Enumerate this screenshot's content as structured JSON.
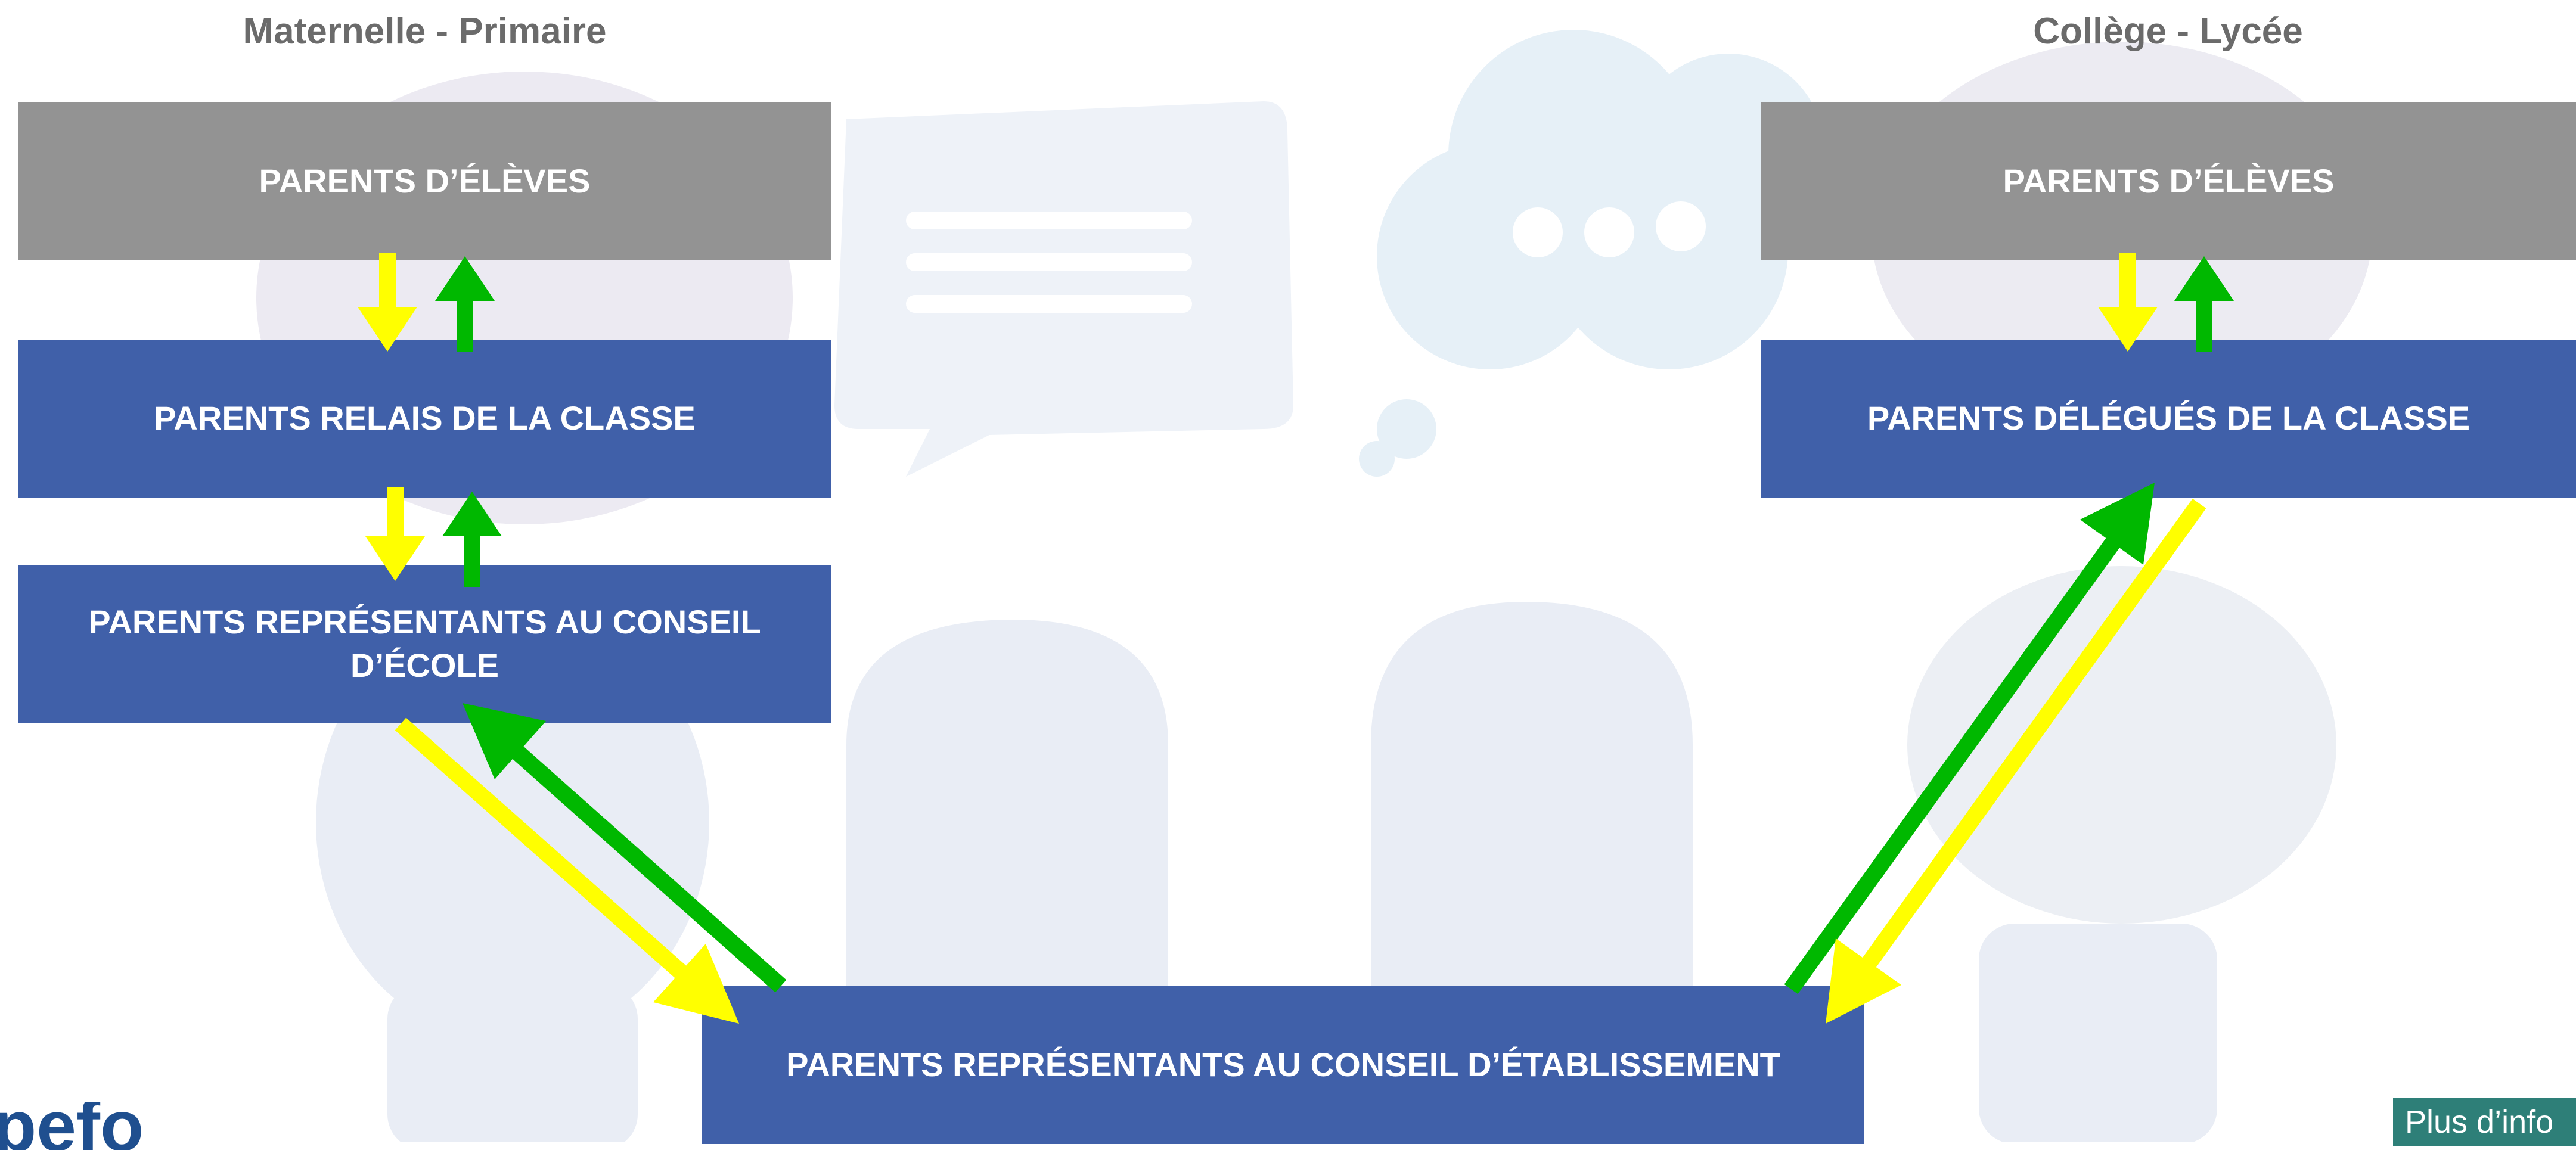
{
  "headings": {
    "left": "Maternelle - Primaire",
    "right": "Collège - Lycée"
  },
  "boxes": {
    "left_parents": "PARENTS D’ÉLÈVES",
    "left_relais": "PARENTS RELAIS DE LA CLASSE",
    "left_conseil_ecole": "PARENTS REPRÉSENTANTS AU CONSEIL D’ÉCOLE",
    "right_parents": "PARENTS D’ÉLÈVES",
    "right_delegues": "PARENTS DÉLÉGUÉS DE LA CLASSE",
    "etablissement": "PARENTS REPRÉSENTANTS AU CONSEIL D’ÉTABLISSEMENT"
  },
  "footer": {
    "logo_text": "pefo",
    "info_button": "Plus d’info"
  },
  "colors": {
    "gray_box": "#939393",
    "blue_box": "#4060a9",
    "arrow_down": "#ffff00",
    "arrow_up": "#00b800",
    "heading_text": "#6b6b6b",
    "info_button": "#2e7f78"
  },
  "icons": {
    "down_arrow": "yellow-down-arrow-icon",
    "up_arrow": "green-up-arrow-icon"
  }
}
